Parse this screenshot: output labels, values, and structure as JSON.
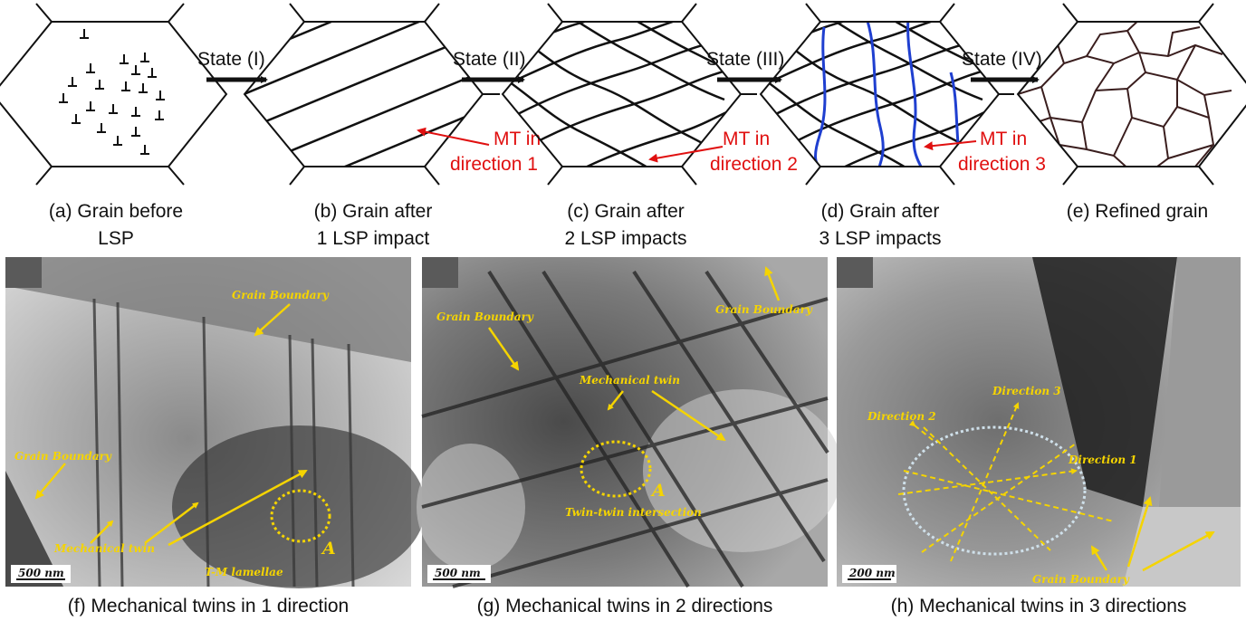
{
  "top_row": {
    "states": [
      "State (I)",
      "State (II)",
      "State (III)",
      "State (IV)"
    ],
    "mt_labels": [
      {
        "line1": "MT in",
        "line2": "direction 1"
      },
      {
        "line1": "MT in",
        "line2": "direction 2"
      },
      {
        "line1": "MT in",
        "line2": "direction 3"
      }
    ],
    "captions": [
      {
        "line1": "(a) Grain before",
        "line2": "LSP"
      },
      {
        "line1": "(b) Grain after",
        "line2": "1 LSP impact"
      },
      {
        "line1": "(c) Grain after",
        "line2": "2 LSP impacts"
      },
      {
        "line1": "(d) Grain after",
        "line2": "3 LSP impacts"
      },
      {
        "line1": "(e) Refined grain",
        "line2": ""
      }
    ]
  },
  "micrographs": {
    "f": {
      "caption": "(f) Mechanical twins in 1 direction",
      "scale_bar": "500 nm",
      "labels": {
        "grain_boundary_top": "Grain Boundary",
        "grain_boundary_left": "Grain Boundary",
        "mechanical_twin": "Mechanical twin",
        "lamellae": "T-M lamellae",
        "region": "A"
      }
    },
    "g": {
      "caption": "(g) Mechanical twins in 2 directions",
      "scale_bar": "500 nm",
      "labels": {
        "grain_boundary_left": "Grain Boundary",
        "grain_boundary_right": "Grain Boundary",
        "mechanical_twin": "Mechanical twin",
        "intersection": "Twin-twin intersection",
        "region": "A"
      }
    },
    "h": {
      "caption": "(h) Mechanical twins in 3 directions",
      "scale_bar": "200 nm",
      "labels": {
        "direction_1": "Direction 1",
        "direction_2": "Direction 2",
        "direction_3": "Direction 3",
        "grain_boundary": "Grain Boundary"
      }
    }
  },
  "colors": {
    "annotation": "#f5d400",
    "mt_label": "#e01010",
    "direction3_twins": "#1f3fd0"
  }
}
